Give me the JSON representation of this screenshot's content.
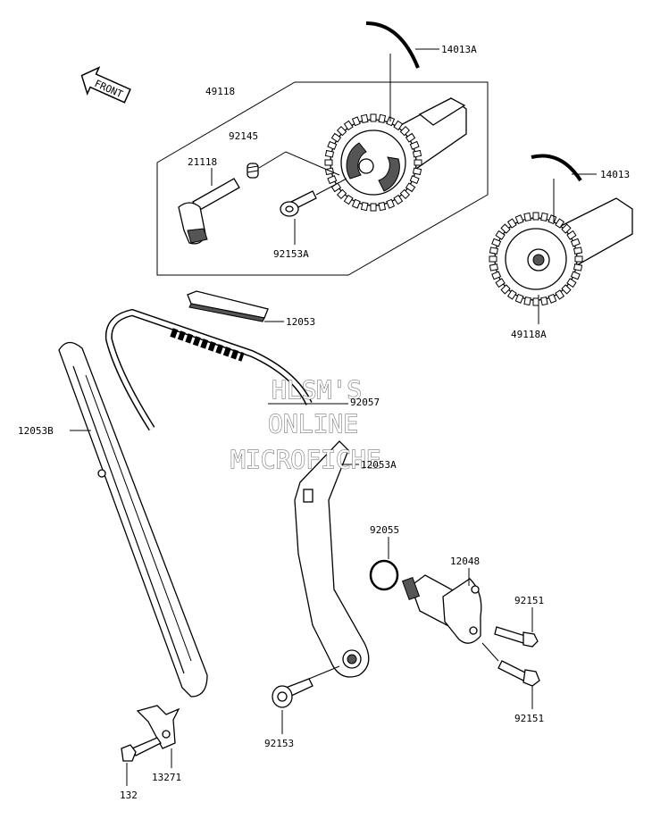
{
  "front_badge": "FRONT",
  "watermark": {
    "line1": "HLSM'S",
    "line2": "ONLINE",
    "line3": "MICROFICHE"
  },
  "labels": {
    "p14013A": "14013A",
    "p49118": "49118",
    "p92145": "92145",
    "p21118": "21118",
    "p92153A": "92153A",
    "p14013": "14013",
    "p49118A": "49118A",
    "p12053": "12053",
    "p92057": "92057",
    "p12053B": "12053B",
    "p12053A": "12053A",
    "p92055": "92055",
    "p12048": "12048",
    "p92151a": "92151",
    "p92151b": "92151",
    "p92153": "92153",
    "p13271": "13271",
    "p132": "132"
  }
}
